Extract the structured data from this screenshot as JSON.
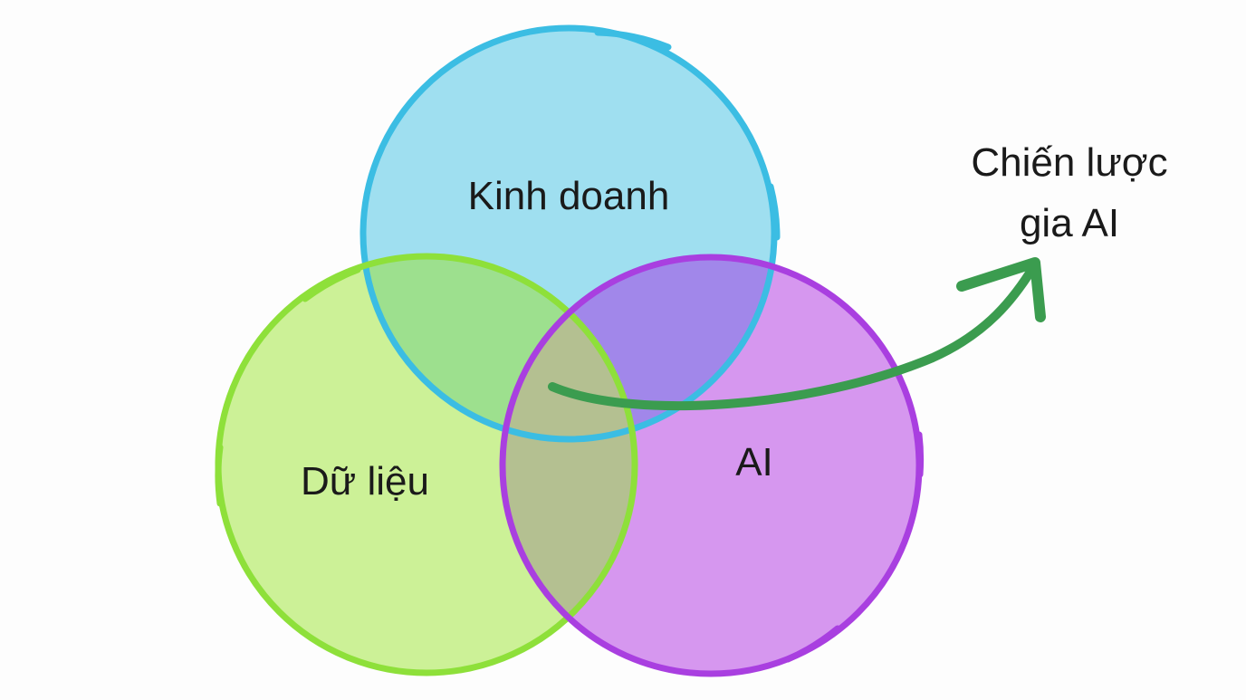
{
  "diagram": {
    "circles": [
      {
        "id": "business",
        "label": "Kinh doanh",
        "fill": "#9fdff0",
        "stroke": "#3bbde3"
      },
      {
        "id": "data",
        "label": "Dữ liệu",
        "fill": "#ccf197",
        "stroke": "#8ee03a"
      },
      {
        "id": "ai",
        "label": "AI",
        "fill": "#d697ef",
        "stroke": "#a93fe0"
      }
    ],
    "overlap_colors": {
      "business_data": "#9de08e",
      "business_ai": "#a187ea",
      "data_ai": "#b4c091"
    },
    "result": {
      "line1": "Chiến lược",
      "line2": "gia AI",
      "arrow_color": "#3b9c4f"
    }
  }
}
